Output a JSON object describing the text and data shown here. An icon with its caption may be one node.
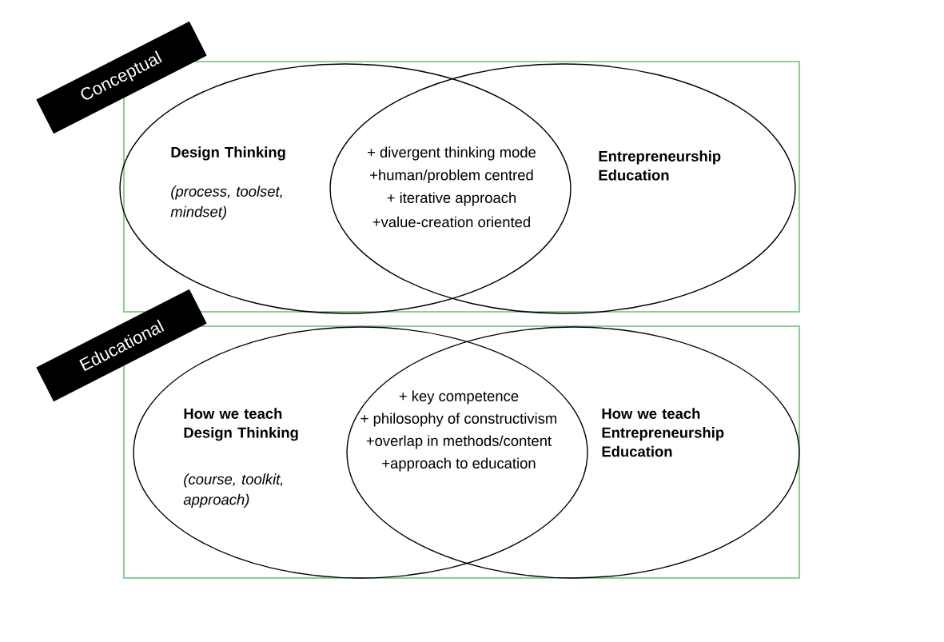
{
  "diagram": {
    "nodes": [
      {
        "text": [
          "Conceptual"
        ]
      },
      {
        "text": [
          "Design Thinking",
          "(process, toolset, mindset)"
        ],
        "in": 0
      },
      {
        "text": [
          "Entrepreneurship Education"
        ],
        "in": 0
      },
      {
        "text": [
          "Educational"
        ]
      },
      {
        "text": [
          "How we teach Design Thinking",
          "(course, toolkit, approach)"
        ],
        "in": 3
      },
      {
        "text": [
          "How we teach Entrepreneurship Education"
        ],
        "in": 3
      }
    ],
    "edges": [],
    "labels": [
      "+ divergent thinking mode",
      "+human/problem centred",
      "+ iterative approach",
      "+value-creation oriented",
      "+ key competence",
      "+ philosophy of constructivism",
      "+overlap in methods/content",
      "+approach to education"
    ]
  }
}
